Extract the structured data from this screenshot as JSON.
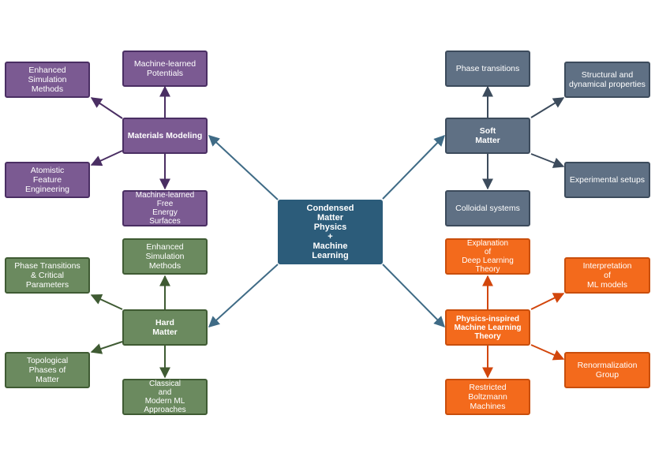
{
  "center": {
    "label": "Condensed\nMatter\nPhysics\n+\nMachine\nLearning"
  },
  "materials": {
    "hub": "Materials Modeling",
    "potentials": "Machine-learned\nPotentials",
    "enhanced": "Enhanced\nSimulation\nMethods",
    "atomistic": "Atomistic\nFeature\nEngineering",
    "free_energy": "Machine-learned\nFree\nEnergy\nSurfaces"
  },
  "soft": {
    "hub": "Soft\nMatter",
    "phase": "Phase transitions",
    "structural": "Structural and\ndynamical properties",
    "experimental": "Experimental setups",
    "colloidal": "Colloidal systems"
  },
  "hard": {
    "hub": "Hard\nMatter",
    "enhanced": "Enhanced\nSimulation\nMethods",
    "phase": "Phase Transitions\n& Critical Parameters",
    "topological": "Topological\nPhases of\nMatter",
    "classical": "Classical\nand\nModern ML\nApproaches"
  },
  "physml": {
    "hub": "Physics-inspired\nMachine Learning\nTheory",
    "explanation": "Explanation\nof\nDeep Learning Theory",
    "interpretation": "Interpretation\nof\nML models",
    "renormalization": "Renormalization\nGroup",
    "boltzmann": "Restricted\nBoltzmann\nMachines"
  },
  "colors": {
    "purple_arrow": "#4a2e63",
    "slate_arrow": "#3c4b5c",
    "green_arrow": "#3f5b33",
    "orange_arrow": "#d2460c",
    "center_arrow": "#3f6b86"
  }
}
